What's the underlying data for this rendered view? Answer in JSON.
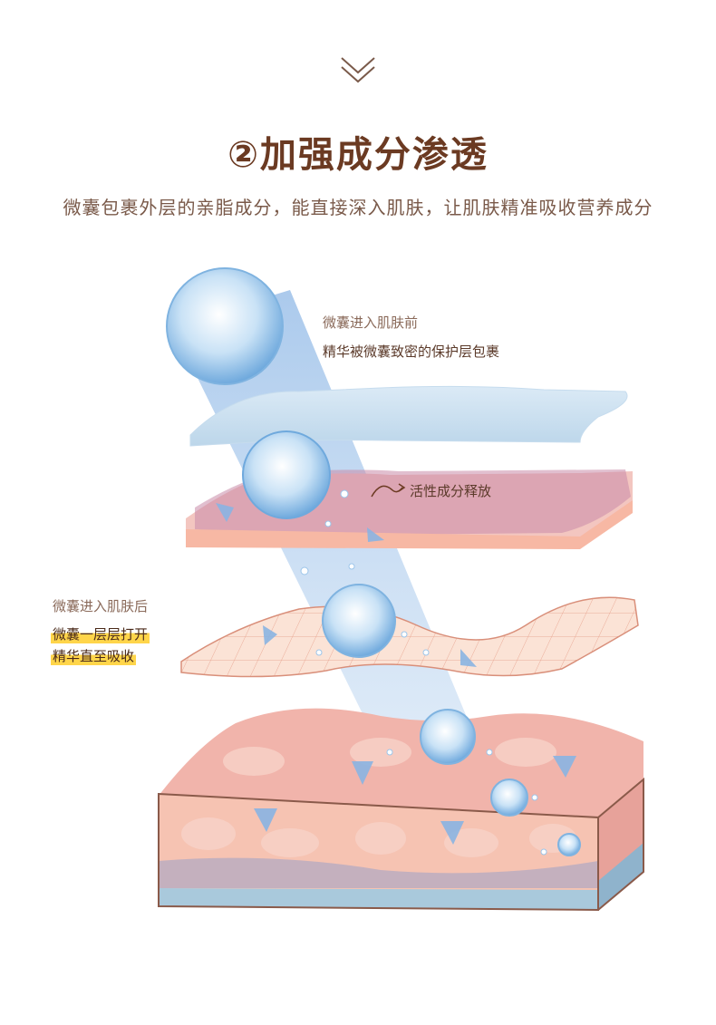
{
  "header": {
    "title": "②加强成分渗透",
    "subtitle": "微囊包裹外层的亲脂成分，能直接深入肌肤，让肌肤精准吸收营养成分"
  },
  "labels": {
    "before_title": "微囊进入肌肤前",
    "before_desc": "精华被微囊致密的保护层包裹",
    "release": "活性成分释放",
    "after_title": "微囊进入肌肤后",
    "after_desc_1": "微囊一层层打开",
    "after_desc_2": "精华直至吸收"
  },
  "colors": {
    "title": "#6b3a22",
    "highlight": "#ffd54a",
    "capsule": "#8fc3ec",
    "skin_pink": "#f4c2b8",
    "skin_base": "#a9c9dc"
  },
  "icons": [
    "chevron-down-icon",
    "curved-arrow-icon"
  ]
}
